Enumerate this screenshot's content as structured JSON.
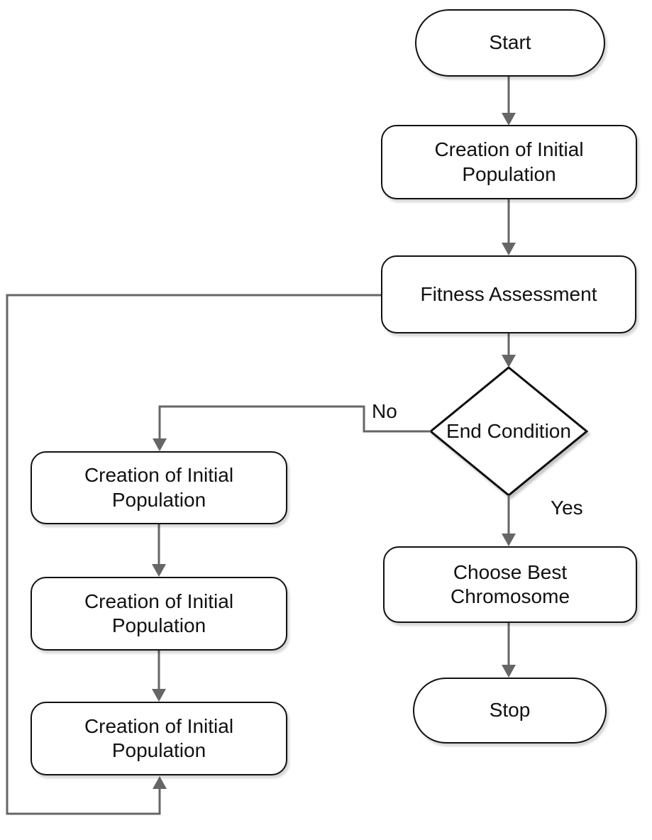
{
  "flowchart": {
    "nodes": {
      "start": {
        "label": "Start",
        "shape": "terminator"
      },
      "init_population": {
        "label": "Creation of Initial Population",
        "shape": "rounded-rect"
      },
      "fitness": {
        "label": "Fitness Assessment",
        "shape": "rounded-rect"
      },
      "end_condition": {
        "label": "End Condition",
        "shape": "decision-diamond"
      },
      "left_box_1": {
        "label": "Creation of Initial Population",
        "shape": "rounded-rect"
      },
      "left_box_2": {
        "label": "Creation of Initial Population",
        "shape": "rounded-rect"
      },
      "left_box_3": {
        "label": "Creation of Initial Population",
        "shape": "rounded-rect"
      },
      "choose_best": {
        "label": "Choose Best Chromosome",
        "shape": "rounded-rect"
      },
      "stop": {
        "label": "Stop",
        "shape": "terminator"
      }
    },
    "edge_labels": {
      "no": "No",
      "yes": "Yes"
    },
    "colors": {
      "connector": "#666666",
      "shape_border": "#111111",
      "shape_fill": "#ffffff",
      "text": "#111111",
      "background": "#ffffff"
    }
  }
}
